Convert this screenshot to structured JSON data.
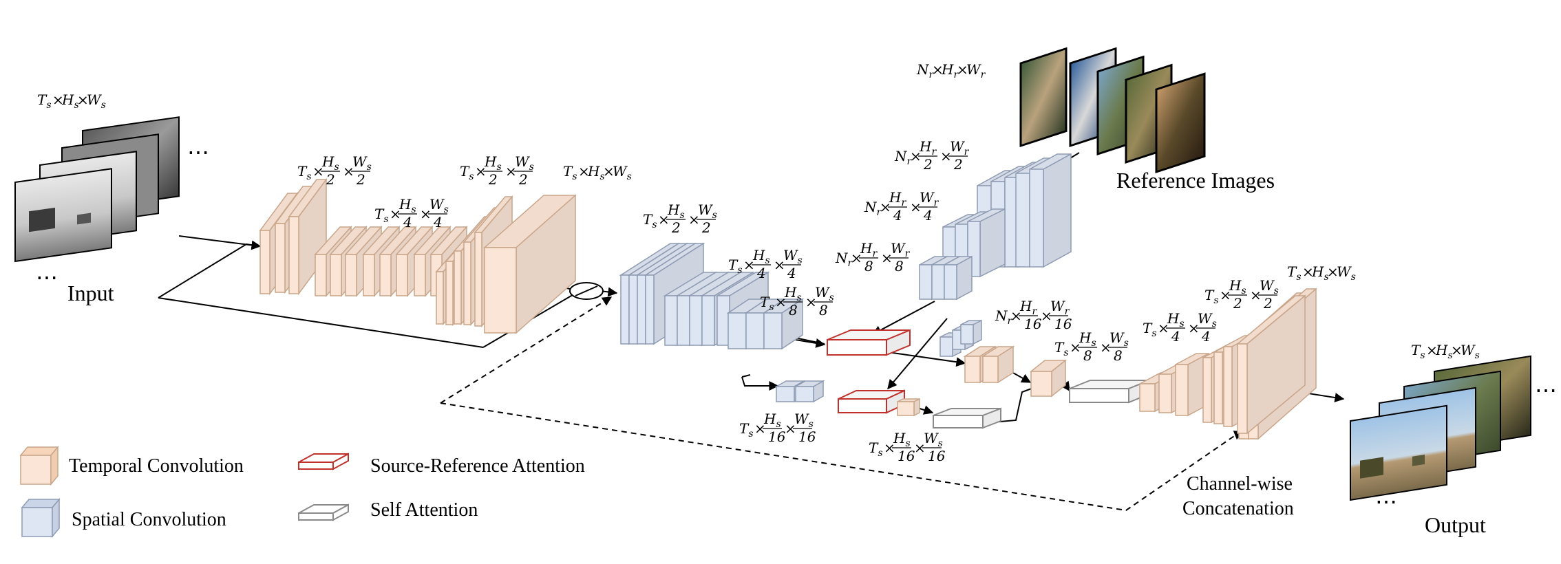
{
  "labels": {
    "input": "Input",
    "output": "Output",
    "reference_images": "Reference Images",
    "channel_wise_line1": "Channel-wise",
    "channel_wise_line2": "Concatenation"
  },
  "legend": [
    {
      "name": "temporal",
      "label": "Temporal Convolution"
    },
    {
      "name": "spatial",
      "label": "Spatial Convolution"
    },
    {
      "name": "source-ref",
      "label": "Source-Reference Attention"
    },
    {
      "name": "self",
      "label": "Self Attention"
    }
  ],
  "dims": {
    "input": {
      "a": "T",
      "as": "s",
      "b": "H",
      "bs": "s",
      "c": "W",
      "cs": "s"
    },
    "enc_half": {
      "a": "T",
      "as": "s",
      "b": "H",
      "bs": "s",
      "bd": "2",
      "c": "W",
      "cs": "s",
      "cd": "2"
    },
    "enc_quarter": {
      "a": "T",
      "as": "s",
      "b": "H",
      "bs": "s",
      "bd": "4",
      "c": "W",
      "cs": "s",
      "cd": "4"
    },
    "dec_half": {
      "a": "T",
      "as": "s",
      "b": "H",
      "bs": "s",
      "bd": "2",
      "c": "W",
      "cs": "s",
      "cd": "2"
    },
    "dec_full": {
      "a": "T",
      "as": "s",
      "b": "H",
      "bs": "s",
      "c": "W",
      "cs": "s"
    },
    "sp_half": {
      "a": "T",
      "as": "s",
      "b": "H",
      "bs": "s",
      "bd": "2",
      "c": "W",
      "cs": "s",
      "cd": "2"
    },
    "sp_quarter": {
      "a": "T",
      "as": "s",
      "b": "H",
      "bs": "s",
      "bd": "4",
      "c": "W",
      "cs": "s",
      "cd": "4"
    },
    "sp_eighth": {
      "a": "T",
      "as": "s",
      "b": "H",
      "bs": "s",
      "bd": "8",
      "c": "W",
      "cs": "s",
      "cd": "8"
    },
    "ref_top": {
      "a": "N",
      "as": "r",
      "b": "H",
      "bs": "r",
      "c": "W",
      "cs": "r"
    },
    "ref_half": {
      "a": "N",
      "as": "r",
      "b": "H",
      "bs": "r",
      "bd": "2",
      "c": "W",
      "cs": "r",
      "cd": "2"
    },
    "ref_quarter": {
      "a": "N",
      "as": "r",
      "b": "H",
      "bs": "r",
      "bd": "4",
      "c": "W",
      "cs": "r",
      "cd": "4"
    },
    "ref_eighth": {
      "a": "N",
      "as": "r",
      "b": "H",
      "bs": "r",
      "bd": "8",
      "c": "W",
      "cs": "r",
      "cd": "8"
    },
    "ref_sixteenth": {
      "a": "N",
      "as": "r",
      "b": "H",
      "bs": "r",
      "bd": "16",
      "c": "W",
      "cs": "r",
      "cd": "16"
    },
    "s_sixteenth_a": {
      "a": "T",
      "as": "s",
      "b": "H",
      "bs": "s",
      "bd": "16",
      "c": "W",
      "cs": "s",
      "cd": "16"
    },
    "s_sixteenth_b": {
      "a": "T",
      "as": "s",
      "b": "H",
      "bs": "s",
      "bd": "16",
      "c": "W",
      "cs": "s",
      "cd": "16"
    },
    "t_eighth": {
      "a": "T",
      "as": "s",
      "b": "H",
      "bs": "s",
      "bd": "8",
      "c": "W",
      "cs": "s",
      "cd": "8"
    },
    "t_quarter": {
      "a": "T",
      "as": "s",
      "b": "H",
      "bs": "s",
      "bd": "4",
      "c": "W",
      "cs": "s",
      "cd": "4"
    },
    "t_half": {
      "a": "T",
      "as": "s",
      "b": "H",
      "bs": "s",
      "bd": "2",
      "c": "W",
      "cs": "s",
      "cd": "2"
    },
    "t_full": {
      "a": "T",
      "as": "s",
      "b": "H",
      "bs": "s",
      "c": "W",
      "cs": "s"
    },
    "output": {
      "a": "T",
      "as": "s",
      "b": "H",
      "bs": "s",
      "c": "W",
      "cs": "s"
    }
  },
  "ellipsis": "⋯",
  "colors": {
    "temporal_fill": "#fbe5d6",
    "temporal_stroke": "#c9a58a",
    "spatial_fill": "#dfe6f3",
    "spatial_stroke": "#8e9bb3",
    "srcref_stroke": "#c0312b",
    "self_stroke": "#8a8a8a"
  }
}
